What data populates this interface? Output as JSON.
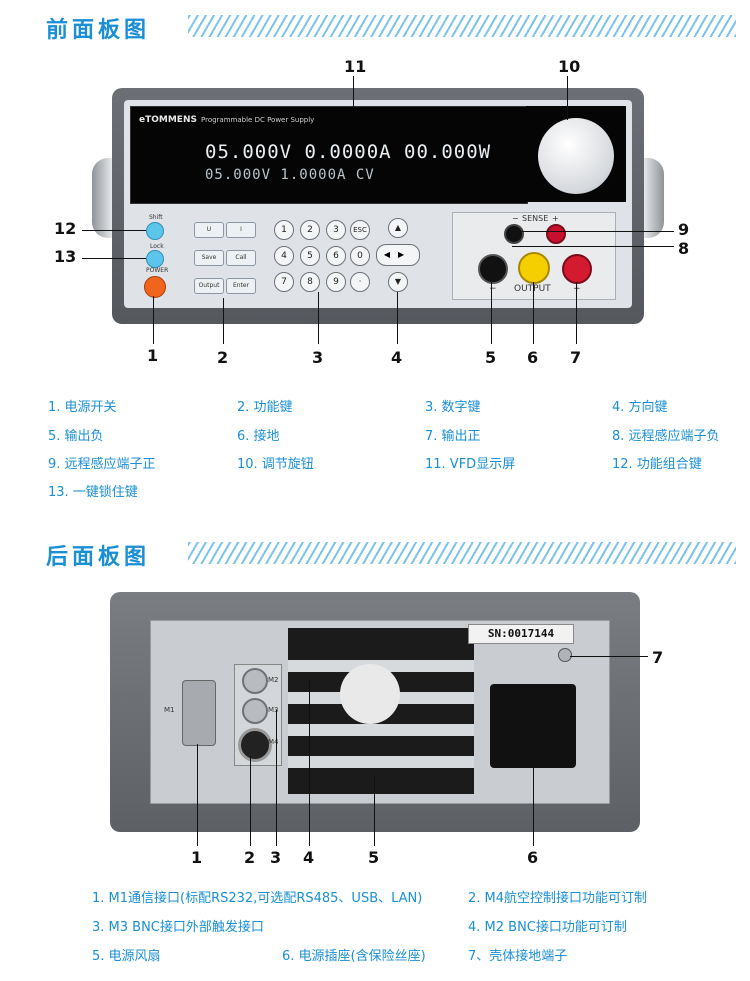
{
  "sections": {
    "front_title": "前面板图",
    "rear_title": "后面板图"
  },
  "front_panel": {
    "brand": "eTOMMENS",
    "product": "Programmable DC Power Supply",
    "display": {
      "line1": "05.000V  0.0000A  00.000W",
      "line2": "05.000V  1.0000A   CV"
    },
    "keys": {
      "save": "Save",
      "call": "Call",
      "output": "Output",
      "enter": "Enter",
      "esc": "ESC",
      "digits": [
        "1",
        "2",
        "3",
        "4",
        "5",
        "6",
        "0",
        "7",
        "8",
        "9",
        "·"
      ]
    },
    "side_labels": {
      "shift": "Shift",
      "lock": "Lock",
      "power": "POWER"
    },
    "terminal_labels": {
      "sense": "SENSE",
      "output": "OUTPUT",
      "minus": "−",
      "plus": "+"
    },
    "callouts": [
      "11",
      "10",
      "12",
      "13",
      "9",
      "8",
      "1",
      "2",
      "3",
      "4",
      "5",
      "6",
      "7"
    ]
  },
  "front_legend": [
    "1. 电源开关",
    "2. 功能键",
    "3. 数字键",
    "4. 方向键",
    "5. 输出负",
    "6. 接地",
    "7. 输出正",
    "8. 远程感应端子负",
    "9. 远程感应端子正",
    "10. 调节旋钮",
    "11. VFD显示屏",
    "12. 功能组合键",
    "13. 一键锁住键"
  ],
  "rear_panel": {
    "serial": "SN:0017144",
    "port_labels": {
      "m1": "M1",
      "m2": "M2",
      "m3": "M3",
      "m4": "M4"
    },
    "callouts": [
      "7",
      "1",
      "2",
      "3",
      "4",
      "5",
      "6"
    ]
  },
  "rear_legend": [
    "1. M1通信接口(标配RS232,可选配RS485、USB、LAN)",
    "2. M4航空控制接口功能可订制",
    "3.  M3 BNC接口外部触发接口",
    "4. M2 BNC接口功能可订制",
    "5.  电源风扇",
    "6. 电源插座(含保险丝座)",
    "7、壳体接地端子"
  ]
}
